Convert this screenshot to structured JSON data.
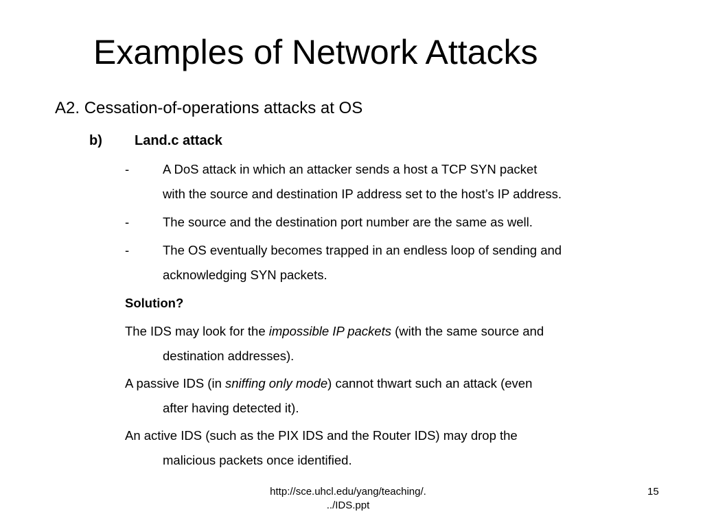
{
  "slide": {
    "title": "Examples of Network Attacks",
    "level1": "A2. Cessation-of-operations attacks at OS",
    "level2_marker": "b)",
    "level2_text": "Land.c attack",
    "bullets": [
      {
        "marker": "-",
        "lines": [
          "A DoS attack in which an attacker sends a host a TCP SYN packet",
          "with the source and destination IP address set to the host’s IP address."
        ]
      },
      {
        "marker": "-",
        "lines": [
          "The source and the destination port number are the same as well."
        ]
      },
      {
        "marker": "-",
        "lines": [
          "The OS eventually becomes trapped in an endless loop of sending and",
          "acknowledging SYN packets."
        ]
      }
    ],
    "solution_label": "Solution?",
    "paragraphs": [
      {
        "before": "The IDS may look for the ",
        "italic": "impossible IP packets",
        "after": " (with the same source and",
        "cont": "destination addresses)."
      },
      {
        "before": "A passive IDS (in ",
        "italic": "sniffing only mode",
        "after": ") cannot thwart such an attack (even",
        "cont": "after having detected it)."
      },
      {
        "text": "An active IDS (such as the PIX IDS and the Router IDS) may drop the",
        "cont": "malicious packets once identified."
      }
    ],
    "footer": {
      "url_line1": "http://sce.uhcl.edu/yang/teaching/.",
      "url_line2": "../IDS.ppt",
      "page_number": "15"
    }
  }
}
